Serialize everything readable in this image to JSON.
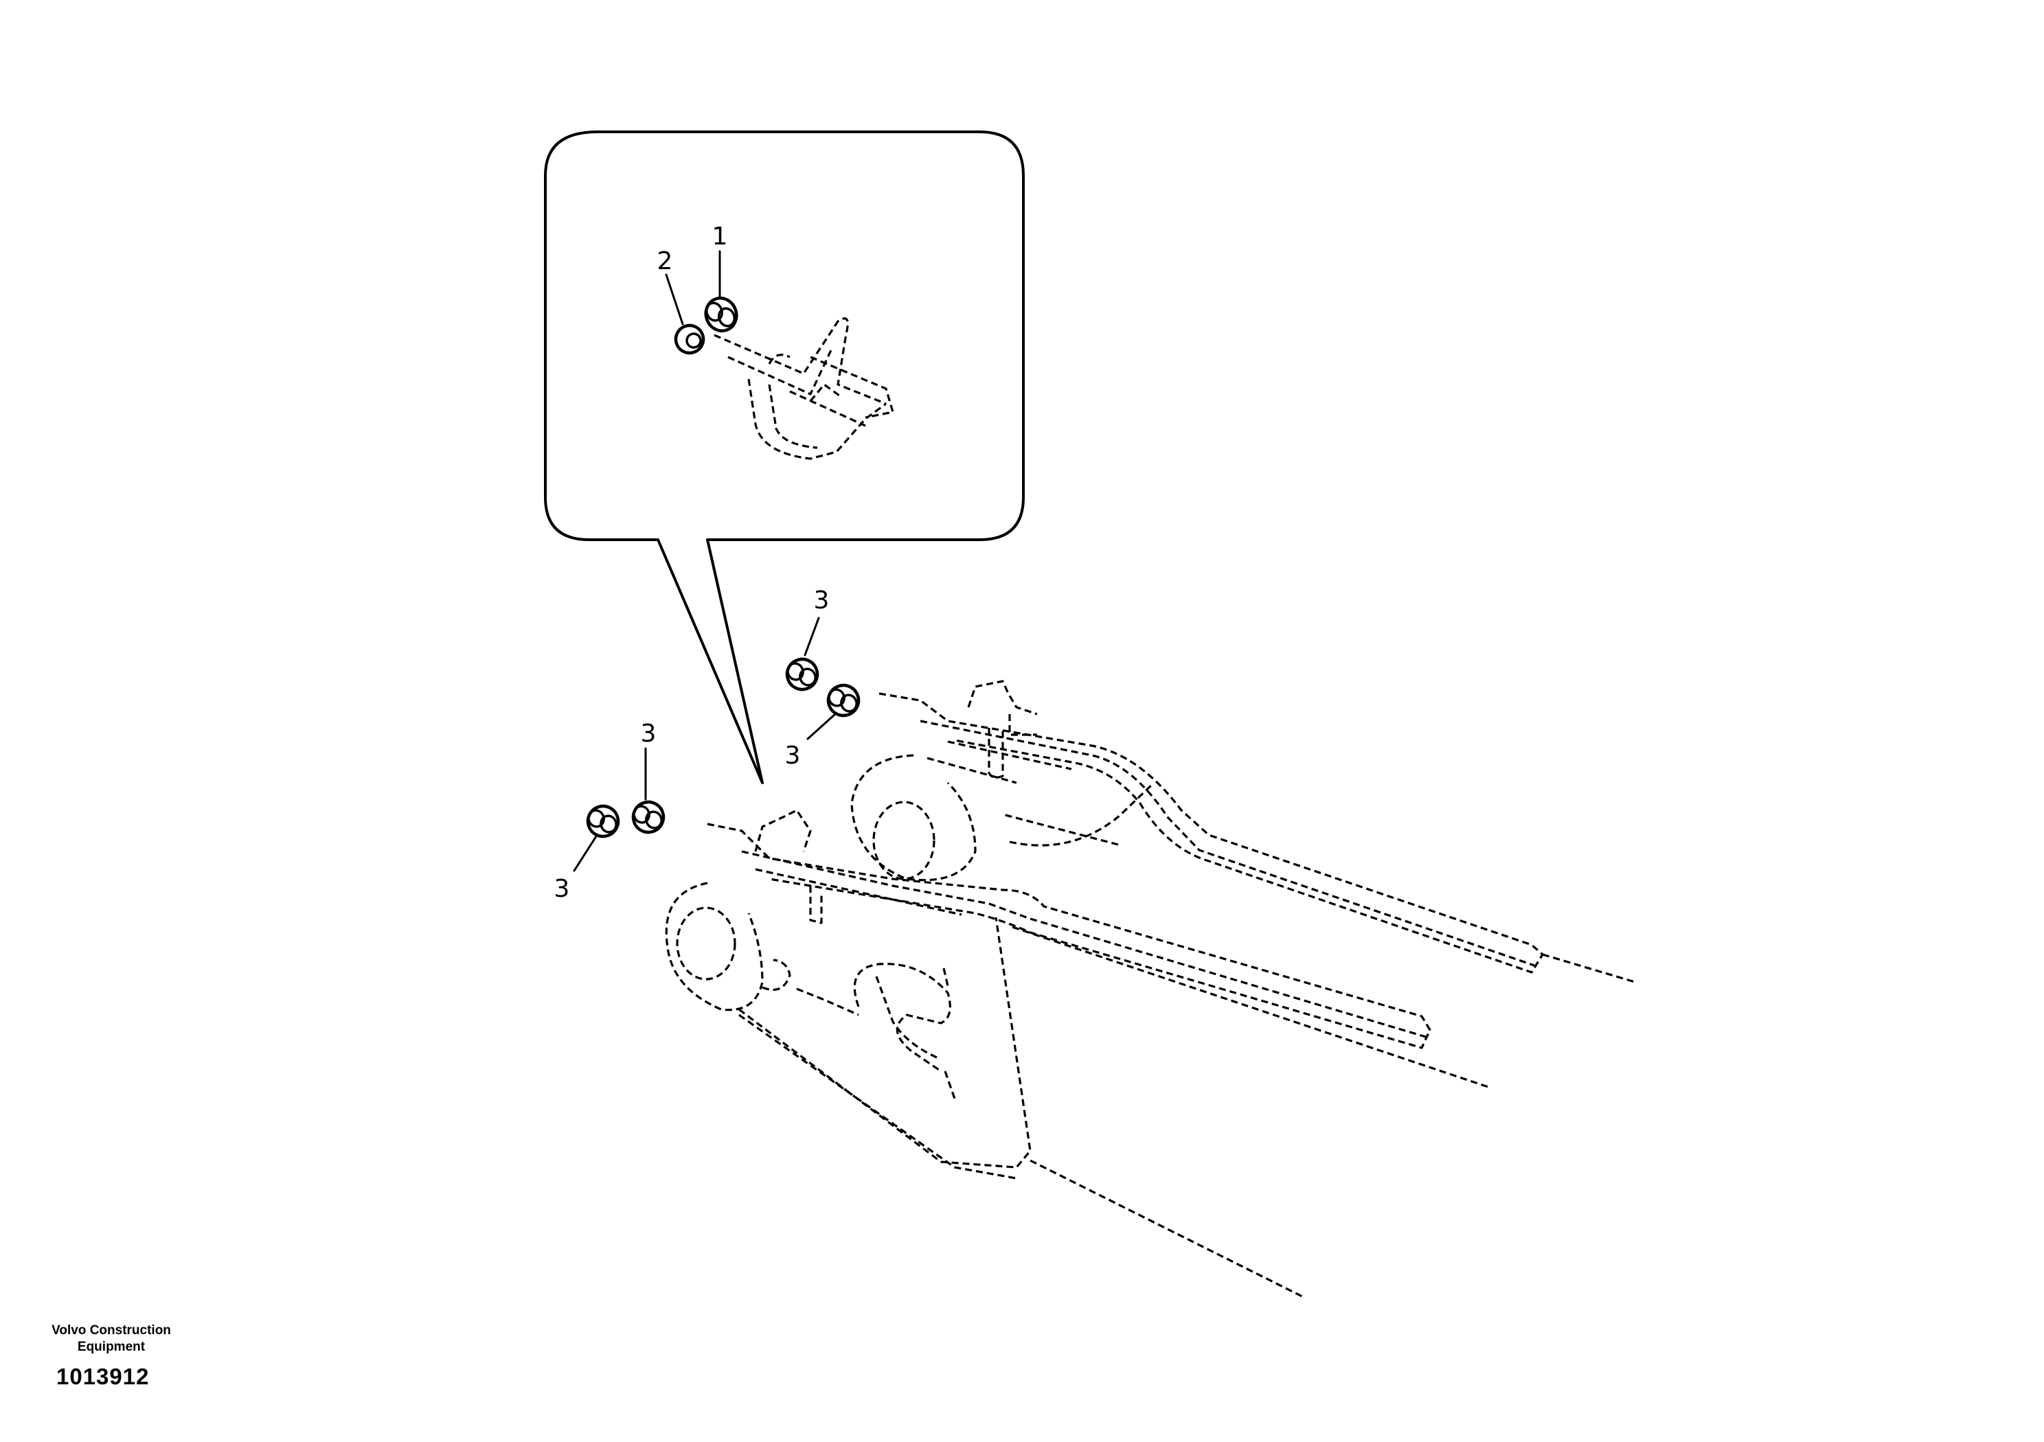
{
  "callouts": {
    "detail_part_1": "1",
    "detail_part_2": "2",
    "upper_pair_top": "3",
    "upper_pair_bottom": "3",
    "lower_pair_top": "3",
    "lower_pair_bottom": "3"
  },
  "footer": {
    "company_line_1": "Volvo Construction",
    "company_line_2": "Equipment",
    "drawing_number": "1013912"
  }
}
